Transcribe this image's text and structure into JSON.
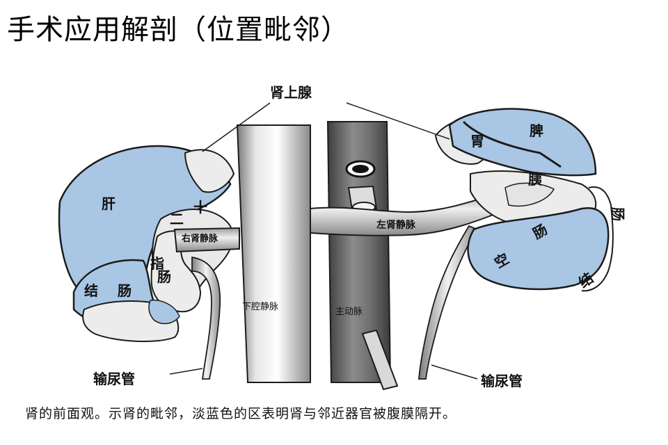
{
  "slide": {
    "title": "手术应用解剖（位置毗邻）",
    "caption": "肾的前面观。示肾的毗邻，淡蓝色的区表明肾与邻近器官被腹膜隔开。"
  },
  "diagram": {
    "labels": {
      "adrenal": "肾上腺",
      "liver": "肝",
      "duodenum_1": "十",
      "duodenum_2": "二",
      "duodenum_3": "指",
      "duodenum_4": "肠",
      "colon_right_1": "结",
      "colon_right_2": "肠",
      "right_renal_vein": "右肾静脉",
      "left_renal_vein": "左肾静脉",
      "ivc": "下腔静脉",
      "aorta": "主动脉",
      "stomach": "胃",
      "spleen": "脾",
      "pancreas": "胰",
      "jejunum_1": "空",
      "jejunum_2": "肠",
      "colon_left_1": "结",
      "colon_left_2": "肠",
      "ureter_left": "输尿管",
      "ureter_right": "输尿管"
    },
    "colors": {
      "peritoneal_blue": "#a9c6e4",
      "outline": "#1b1b1b",
      "vessel_gray": "#d0d0d0",
      "vessel_dark": "#6b6b6b",
      "kidney_fill": "#e9e9e9",
      "tint_blue": "#4f86bf"
    }
  }
}
